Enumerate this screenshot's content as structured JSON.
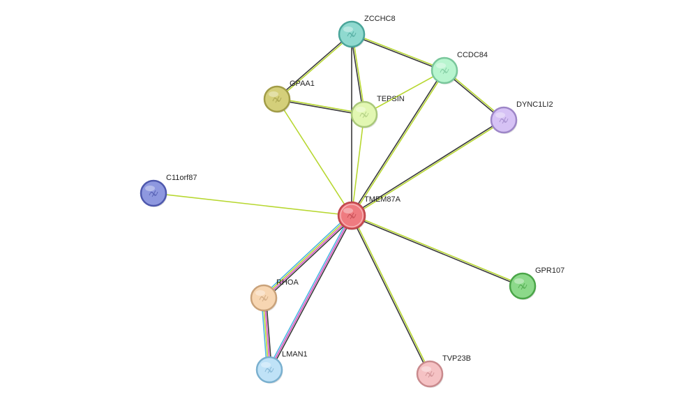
{
  "nodes": [
    {
      "id": "TMEM87A",
      "label": "TMEM87A",
      "color": "#ef7b80",
      "stroke": "#c0474d",
      "hub": true
    },
    {
      "id": "ZCCHC8",
      "label": "ZCCHC8",
      "color": "#8fd9cf",
      "stroke": "#4aa59a"
    },
    {
      "id": "CCDC84",
      "label": "CCDC84",
      "color": "#b8f5cf",
      "stroke": "#79c79b"
    },
    {
      "id": "GPAA1",
      "label": "GPAA1",
      "color": "#d4cf7a",
      "stroke": "#a19c47"
    },
    {
      "id": "TEPSIN",
      "label": "TEPSIN",
      "color": "#e2f7b2",
      "stroke": "#a9c87a"
    },
    {
      "id": "DYNC1LI2",
      "label": "DYNC1LI2",
      "color": "#d6c2f5",
      "stroke": "#9d86c7"
    },
    {
      "id": "C11orf87",
      "label": "C11orf87",
      "color": "#8e98df",
      "stroke": "#4e58ad"
    },
    {
      "id": "RHOA",
      "label": "RHOA",
      "color": "#f7d6b2",
      "stroke": "#c9a27a"
    },
    {
      "id": "LMAN1",
      "label": "LMAN1",
      "color": "#bfe2f7",
      "stroke": "#7ab0cf"
    },
    {
      "id": "GPR107",
      "label": "GPR107",
      "color": "#8cd98a",
      "stroke": "#4aa548"
    },
    {
      "id": "TVP23B",
      "label": "TVP23B",
      "color": "#f5c2c4",
      "stroke": "#c98a8d"
    }
  ],
  "edges": [
    {
      "a": "ZCCHC8",
      "b": "TMEM87A",
      "colors": [
        "#3a3a3a"
      ]
    },
    {
      "a": "ZCCHC8",
      "b": "GPAA1",
      "colors": [
        "#b7d730",
        "#3a3a3a"
      ]
    },
    {
      "a": "ZCCHC8",
      "b": "CCDC84",
      "colors": [
        "#b7d730",
        "#3a3a3a"
      ]
    },
    {
      "a": "ZCCHC8",
      "b": "TEPSIN",
      "colors": [
        "#b7d730",
        "#3a3a3a"
      ]
    },
    {
      "a": "GPAA1",
      "b": "TEPSIN",
      "colors": [
        "#b7d730",
        "#3a3a3a"
      ]
    },
    {
      "a": "GPAA1",
      "b": "TMEM87A",
      "colors": [
        "#b7d730"
      ]
    },
    {
      "a": "TEPSIN",
      "b": "CCDC84",
      "colors": [
        "#b7d730"
      ]
    },
    {
      "a": "TEPSIN",
      "b": "TMEM87A",
      "colors": [
        "#b7d730"
      ]
    },
    {
      "a": "CCDC84",
      "b": "DYNC1LI2",
      "colors": [
        "#b7d730",
        "#3a3a3a"
      ]
    },
    {
      "a": "CCDC84",
      "b": "TMEM87A",
      "colors": [
        "#b7d730",
        "#3a3a3a"
      ]
    },
    {
      "a": "DYNC1LI2",
      "b": "TMEM87A",
      "colors": [
        "#b7d730",
        "#3a3a3a"
      ]
    },
    {
      "a": "C11orf87",
      "b": "TMEM87A",
      "colors": [
        "#b7d730"
      ]
    },
    {
      "a": "TMEM87A",
      "b": "GPR107",
      "colors": [
        "#b7d730",
        "#3a3a3a"
      ]
    },
    {
      "a": "TMEM87A",
      "b": "TVP23B",
      "colors": [
        "#b7d730",
        "#3a3a3a"
      ]
    },
    {
      "a": "TMEM87A",
      "b": "RHOA",
      "colors": [
        "#3a3a3a",
        "#d94fc3",
        "#b7d730",
        "#4db6e0"
      ]
    },
    {
      "a": "TMEM87A",
      "b": "LMAN1",
      "colors": [
        "#3a3a3a",
        "#d94fc3",
        "#4db6e0"
      ]
    },
    {
      "a": "RHOA",
      "b": "LMAN1",
      "colors": [
        "#3a3a3a",
        "#d94fc3",
        "#b7d730",
        "#4db6e0"
      ]
    }
  ]
}
